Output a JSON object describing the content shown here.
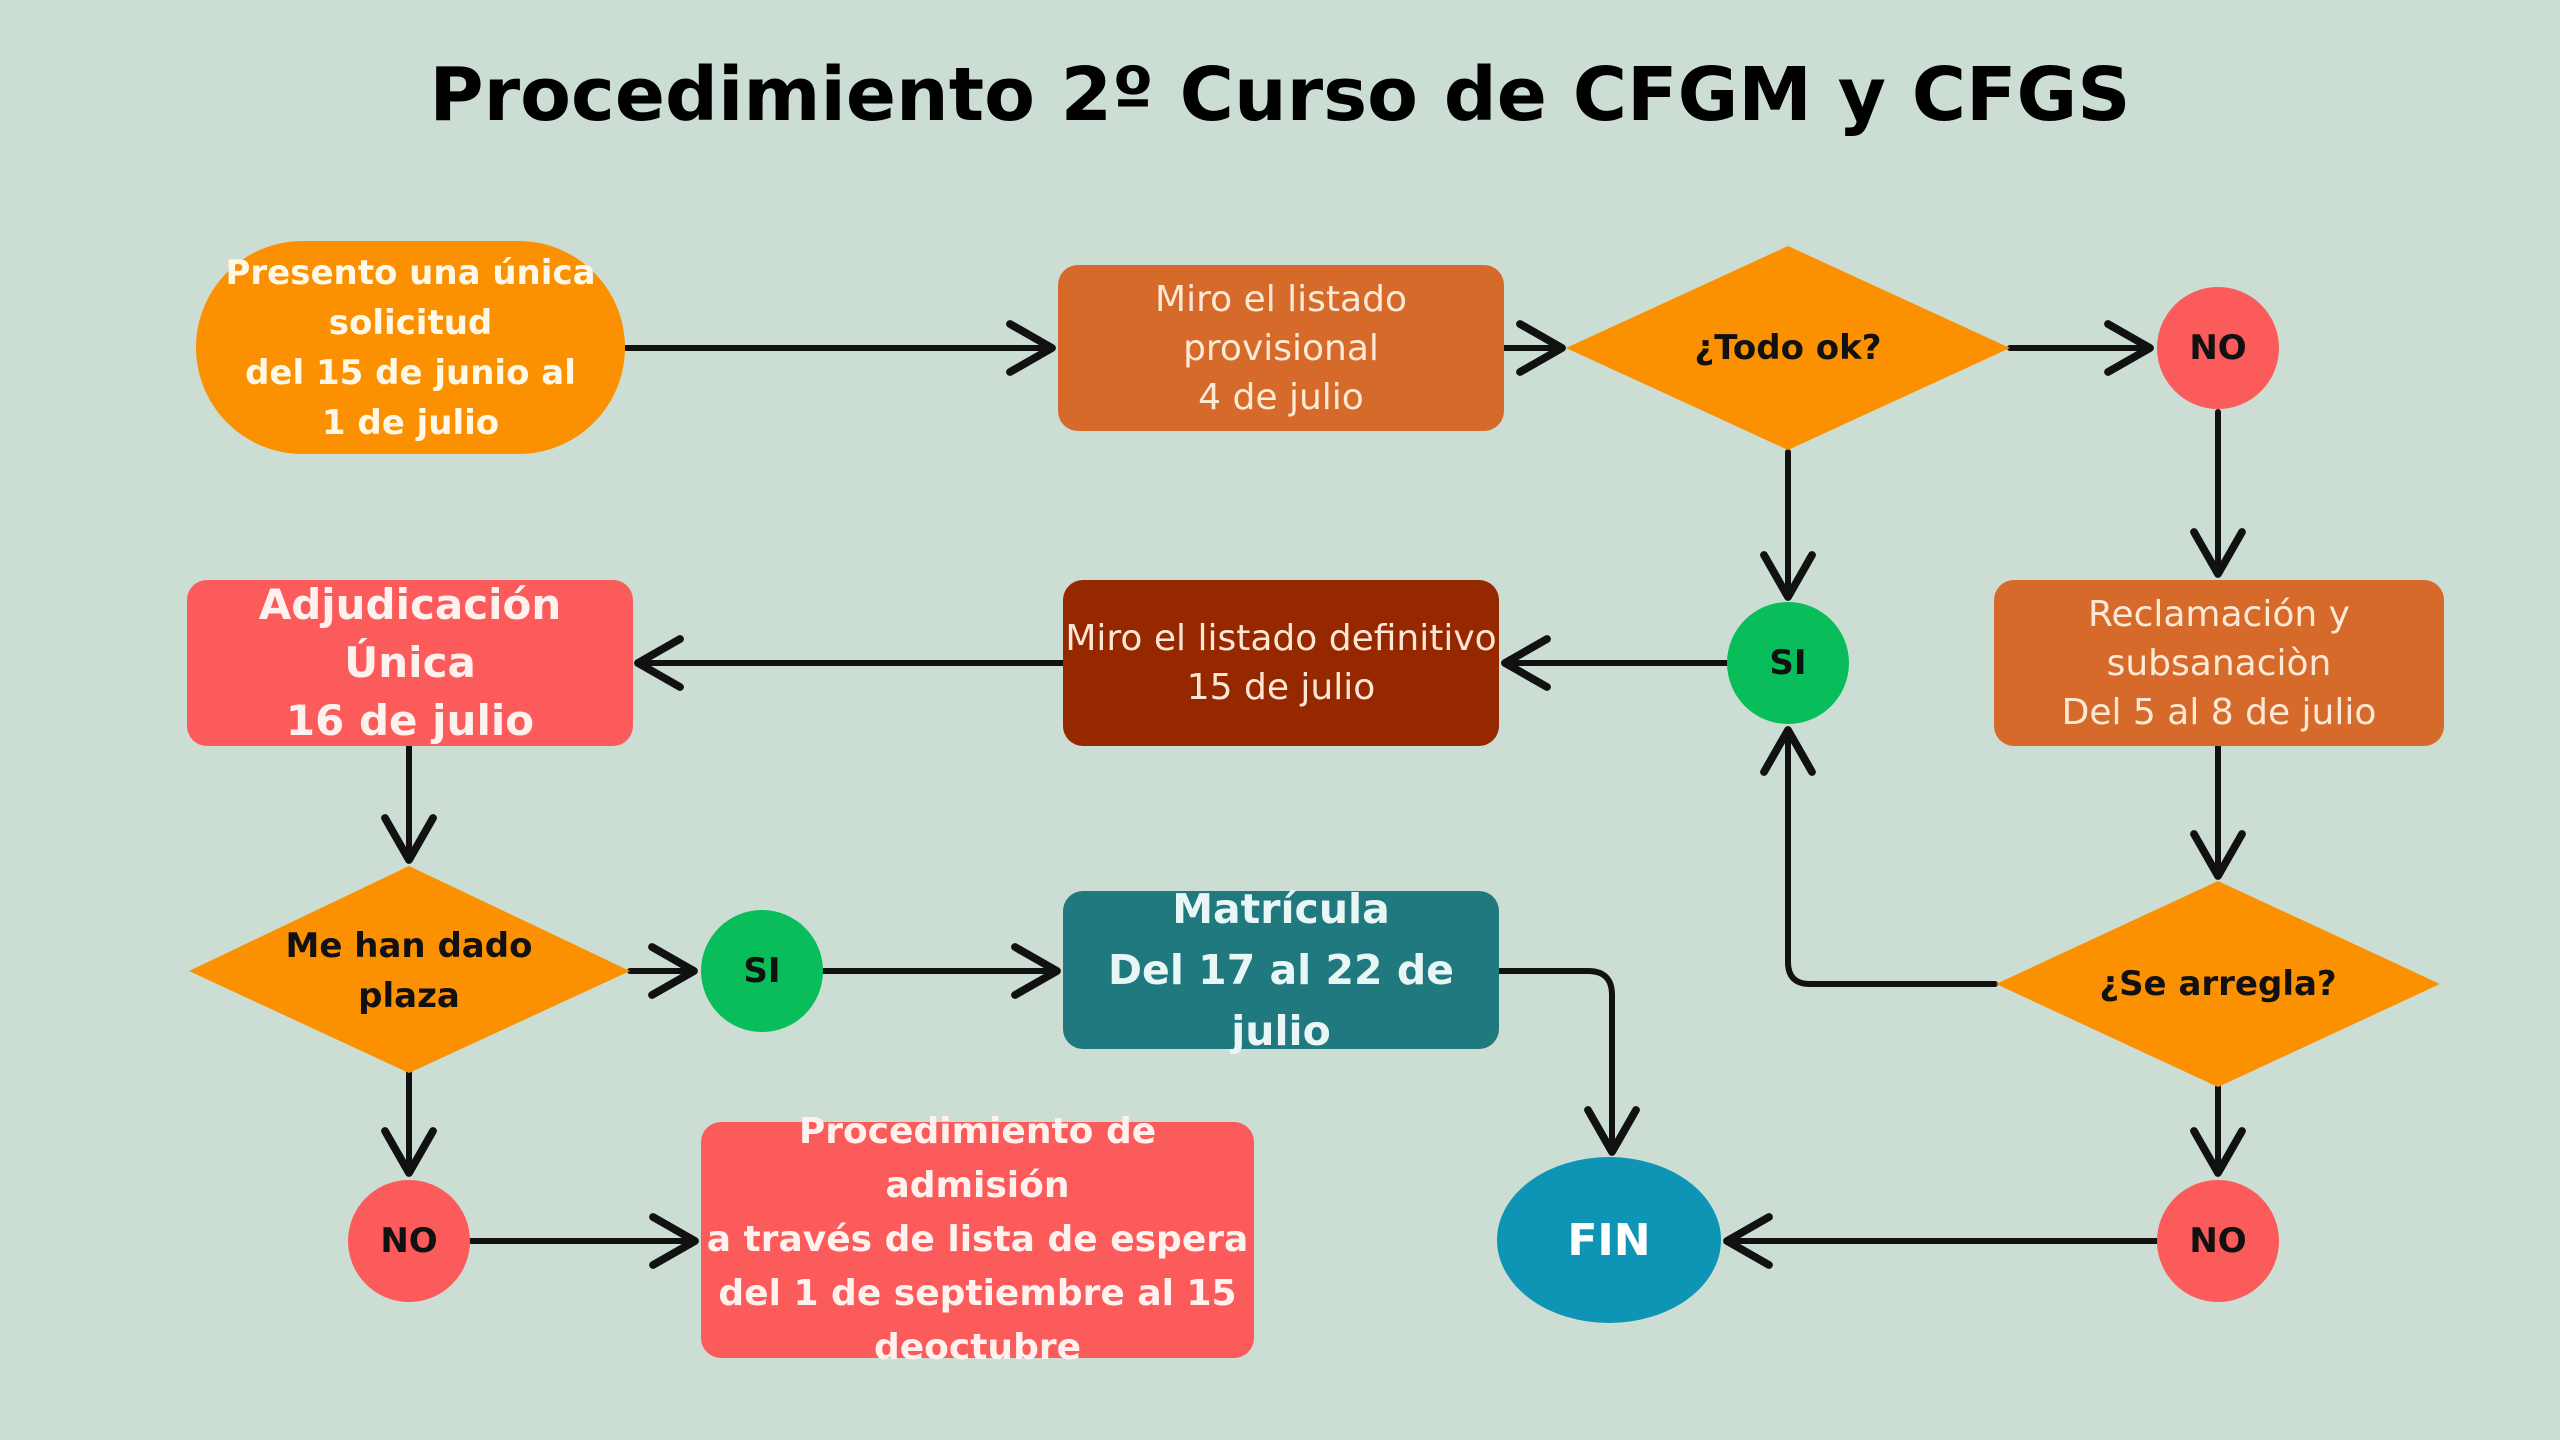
{
  "title": "Procedimiento 2º Curso de CFGM y CFGS",
  "colors": {
    "background": "#ccded3",
    "orange": "#fb9100",
    "dark_orange": "#d66a2b",
    "brown": "#962800",
    "red": "#fb5b5b",
    "green": "#08bd5a",
    "teal": "#20797e",
    "blue": "#0e95b5"
  },
  "nodes": {
    "start": "Presento una única\nsolicitud\ndel 15 de junio al\n1 de julio",
    "provisional": "Miro el listado\nprovisional\n4 de julio",
    "todo_ok": "¿Todo ok?",
    "no_1": "NO",
    "si_1": "SI",
    "definitivo": "Miro el listado definitivo\n15 de julio",
    "reclamacion": "Reclamación y\nsubsanaciòn\nDel 5 al 8 de julio",
    "adjudicacion": "Adjudicación Única\n16 de julio",
    "se_arregla": "¿Se arregla?",
    "me_han_dado": "Me han dado\nplaza",
    "si_2": "SI",
    "matricula": "Matrícula\nDel 17 al 22 de julio",
    "no_2": "NO",
    "espera": "Procedimiento de admisión\na través de lista de espera\ndel 1 de septiembre al 15\ndeoctubre",
    "fin": "FIN",
    "no_3": "NO"
  }
}
